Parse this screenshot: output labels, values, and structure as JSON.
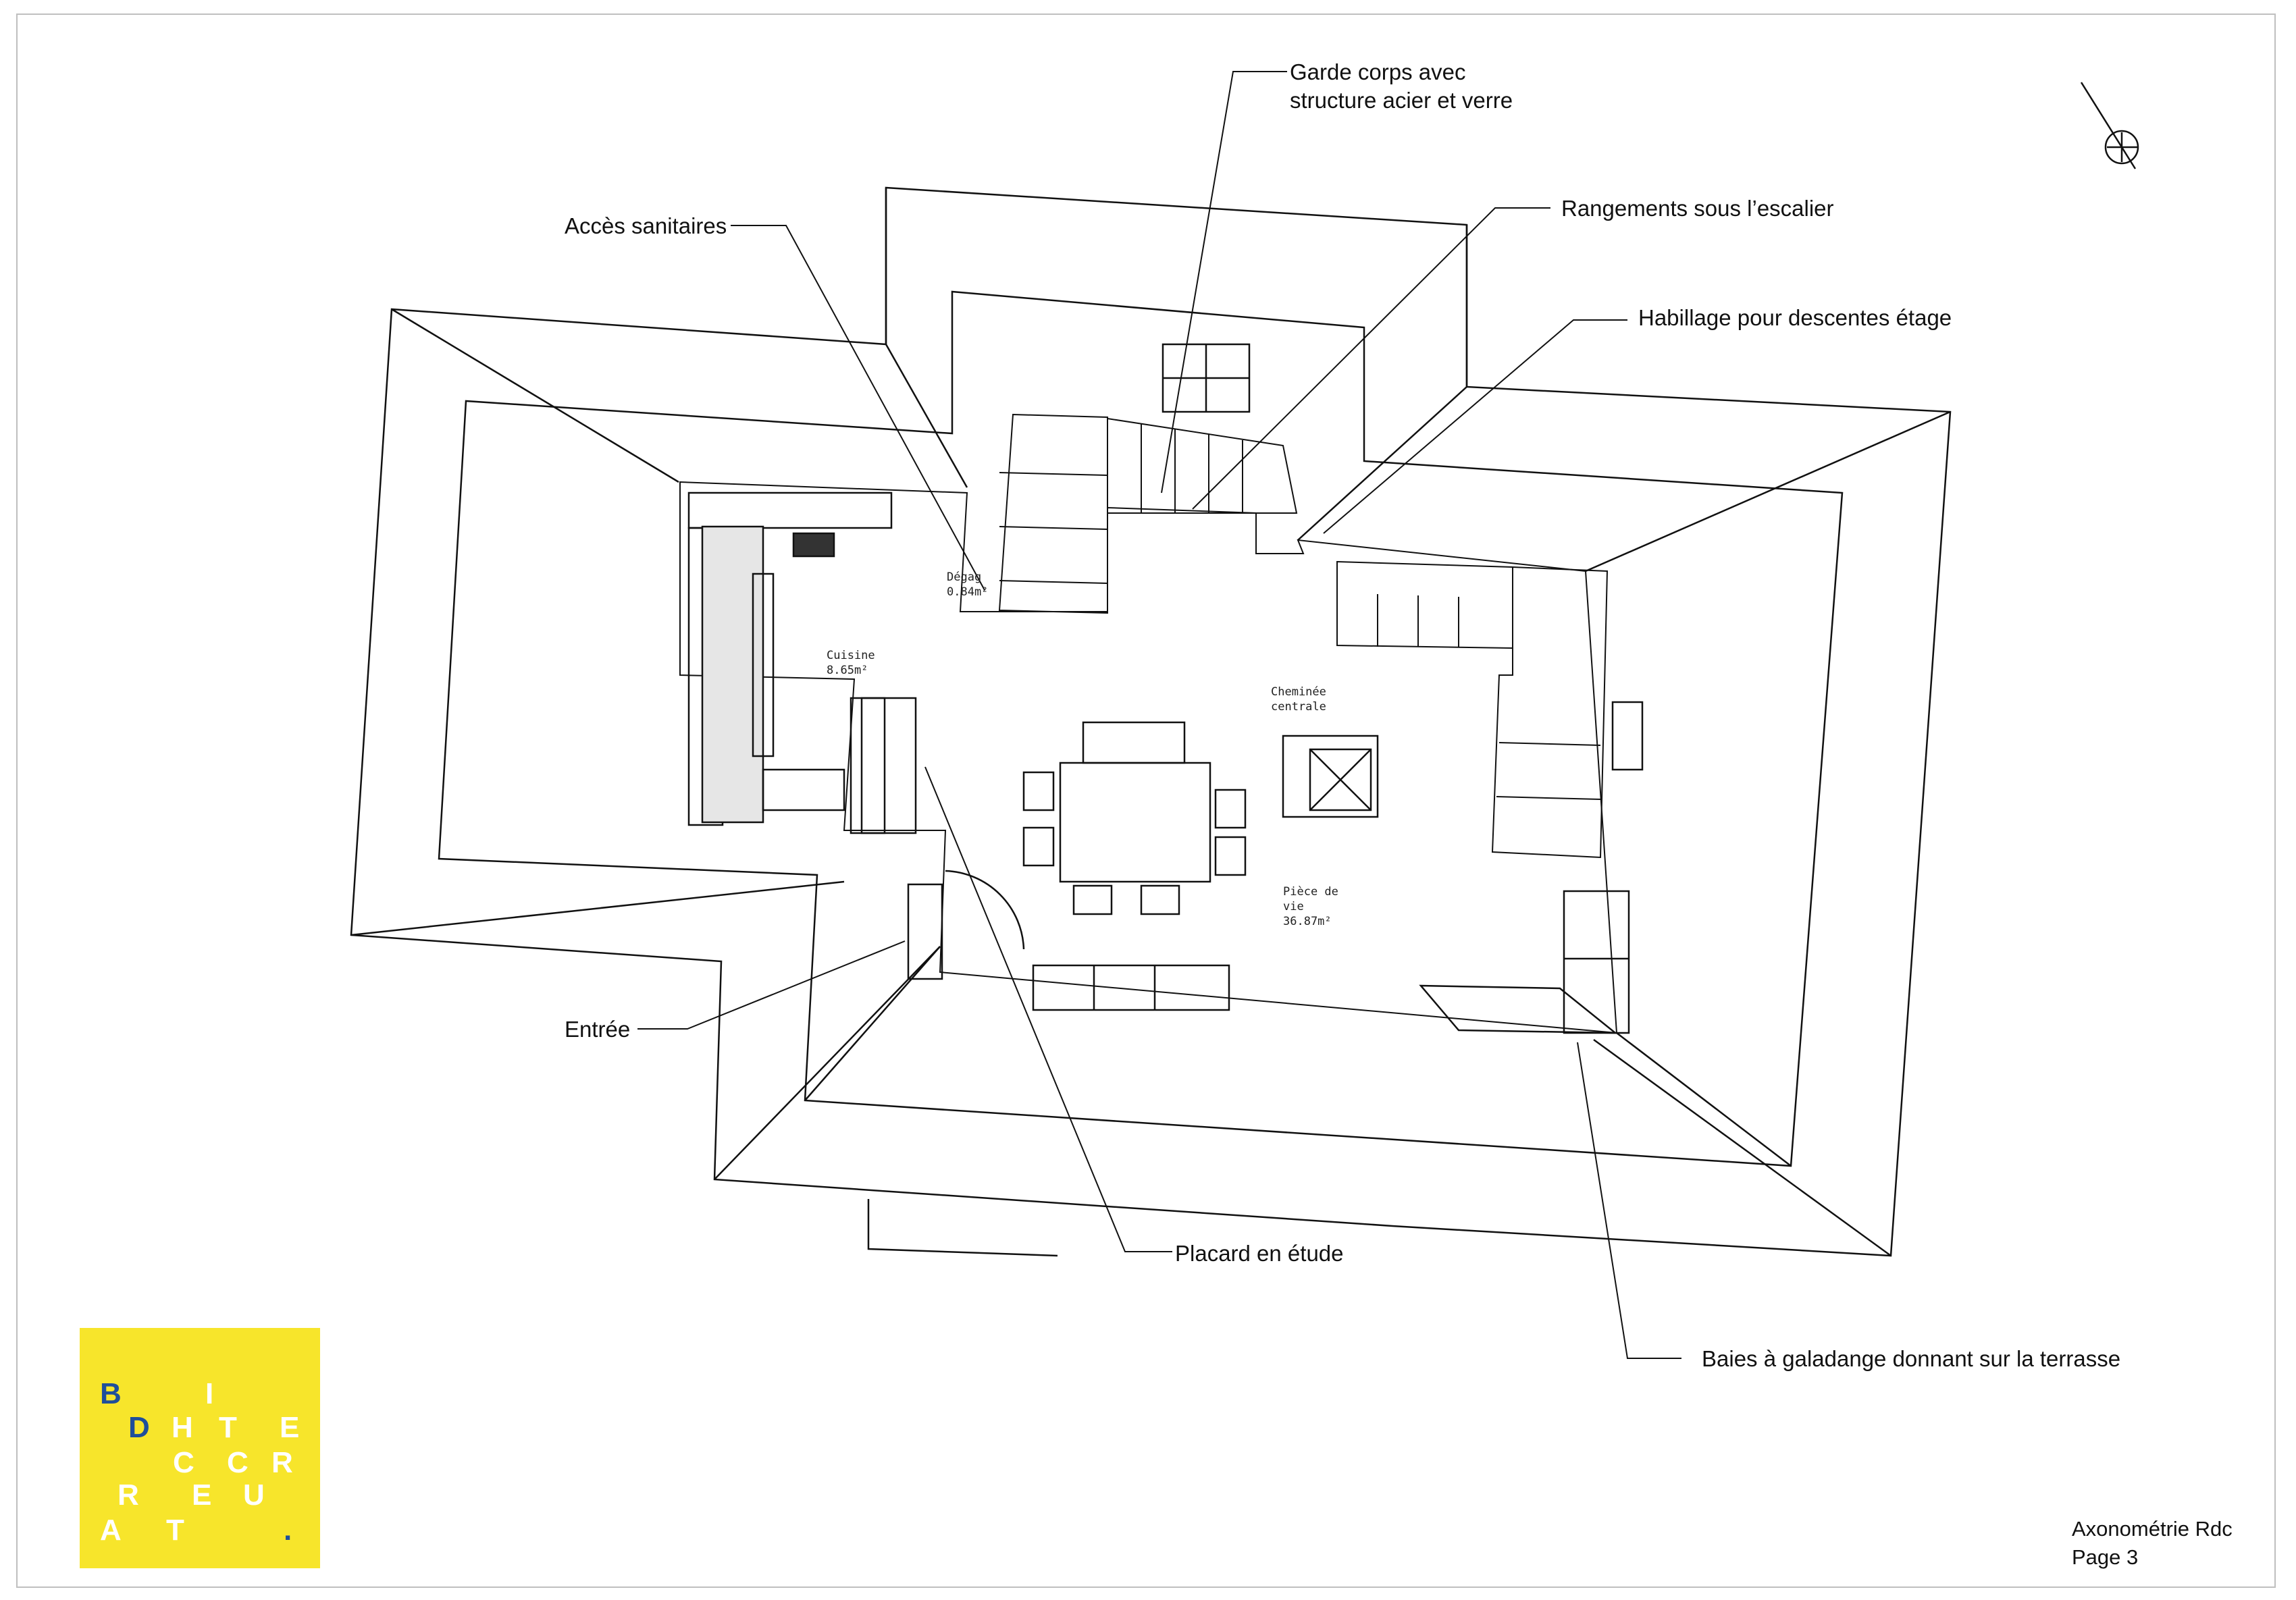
{
  "annotations": {
    "garde_corps_1": "Garde corps avec",
    "garde_corps_2": "structure acier et verre",
    "acces_sanitaires": "Accès sanitaires",
    "rangements": "Rangements sous l’escalier",
    "habillage": "Habillage pour descentes étage",
    "entree": "Entrée",
    "placard": "Placard en étude",
    "baies": "Baies à galadange donnant sur la terrasse"
  },
  "rooms": {
    "degagement_name": "Dégag",
    "degagement_area": "0.84m²",
    "cuisine_name": "Cuisine",
    "cuisine_area": "8.65m²",
    "cheminee_1": "Cheminée",
    "cheminee_2": "centrale",
    "piece_1": "Pièce de",
    "piece_2": "vie",
    "piece_area": "36.87m²"
  },
  "logo": {
    "row1": [
      "B",
      "I"
    ],
    "row2": [
      "D",
      "H",
      "T",
      "E"
    ],
    "row3": [
      "C",
      "C",
      "R"
    ],
    "row4": [
      "R",
      "E",
      "U"
    ],
    "row5": [
      "A",
      "T",
      "."
    ]
  },
  "footer": {
    "title": "Axonométrie Rdc",
    "page": "Page 3"
  },
  "colors": {
    "logo_bg": "#f7e52b",
    "logo_blue": "#1f4e9a",
    "logo_white": "#ffffff"
  }
}
